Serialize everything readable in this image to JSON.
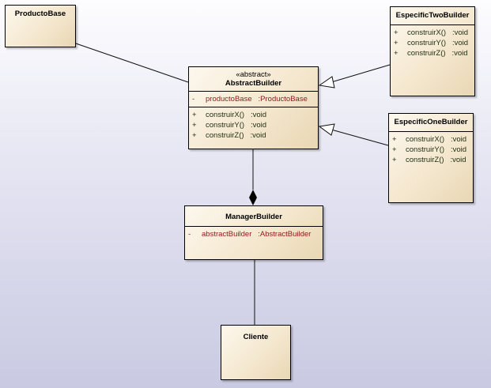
{
  "classes": {
    "producto_base": {
      "name": "ProductoBase"
    },
    "abstract_builder": {
      "stereotype": "«abstract»",
      "name": "AbstractBuilder",
      "attributes": [
        {
          "vis": "-",
          "text": "productoBase   :ProductoBase"
        }
      ],
      "operations": [
        {
          "vis": "+",
          "text": "construirX()   :void"
        },
        {
          "vis": "+",
          "text": "construirY()   :void"
        },
        {
          "vis": "+",
          "text": "construirZ()   :void"
        }
      ]
    },
    "especific_two": {
      "name": "EspecificTwoBuilder",
      "operations": [
        {
          "vis": "+",
          "text": "construirX()   :void"
        },
        {
          "vis": "+",
          "text": "construirY()   :void"
        },
        {
          "vis": "+",
          "text": "construirZ()   :void"
        }
      ]
    },
    "especific_one": {
      "name": "EspecificOneBuilder",
      "operations": [
        {
          "vis": "+",
          "text": "construirX()   :void"
        },
        {
          "vis": "+",
          "text": "construirY()   :void"
        },
        {
          "vis": "+",
          "text": "construirZ()   :void"
        }
      ]
    },
    "manager_builder": {
      "name": "ManagerBuilder",
      "attributes": [
        {
          "vis": "-",
          "text": "abstractBuilder   :AbstractBuilder"
        }
      ]
    },
    "cliente": {
      "name": "Cliente"
    }
  },
  "colors": {
    "attribute": "#8b1a1a",
    "box": "#f3e6cc"
  }
}
